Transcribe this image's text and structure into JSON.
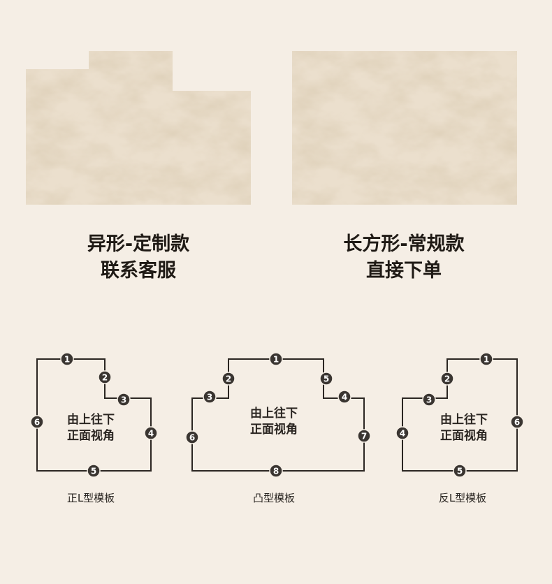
{
  "products": [
    {
      "line1": "异形-定制款",
      "line2": "联系客服"
    },
    {
      "line1": "长方形-常规款",
      "line2": "直接下单"
    }
  ],
  "diagrams": [
    {
      "name": "正L型模板",
      "instruction": [
        "由上往下",
        "正面视角"
      ],
      "markers": [
        "1",
        "2",
        "3",
        "4",
        "5",
        "6"
      ]
    },
    {
      "name": "凸型模板",
      "instruction": [
        "由上往下",
        "正面视角"
      ],
      "markers": [
        "1",
        "2",
        "3",
        "4",
        "5",
        "6",
        "7",
        "8"
      ]
    },
    {
      "name": "反L型模板",
      "instruction": [
        "由上往下",
        "正面视角"
      ],
      "markers": [
        "1",
        "2",
        "3",
        "4",
        "5",
        "6"
      ]
    }
  ],
  "colors": {
    "background": "#f5eee5",
    "rug_base": "#e9dcc9",
    "rug_stain": "#c8ad88",
    "outline": "#2b2622",
    "marker": "#3a3531"
  }
}
